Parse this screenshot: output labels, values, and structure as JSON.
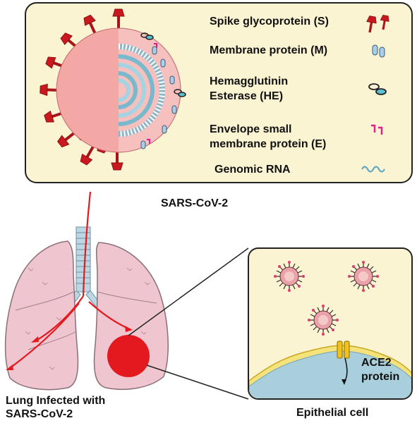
{
  "virus_panel": {
    "legend": [
      {
        "label": "Spike glycoprotein (S)",
        "icon": "spike-icon"
      },
      {
        "label": "Membrane protein (M)",
        "icon": "membrane-protein-icon"
      },
      {
        "label_line1": "Hemagglutinin",
        "label_line2": "Esterase (HE)",
        "icon": "hemagglutinin-esterase-icon"
      },
      {
        "label_line1": "Envelope small",
        "label_line2": "membrane protein (E)",
        "icon": "envelope-protein-icon"
      },
      {
        "label": "Genomic RNA",
        "icon": "rna-wave-icon"
      }
    ],
    "caption": "SARS-CoV-2"
  },
  "lung": {
    "caption_line1": "Lung Infected with",
    "caption_line2": "SARS-CoV-2"
  },
  "cell": {
    "receptor_line1": "ACE2",
    "receptor_line2": "protein",
    "caption": "Epithelial cell"
  },
  "colors": {
    "panel_fill": "#fbf4d2",
    "virus_pink": "#f4a8a6",
    "spike_red": "#c8191e",
    "lung_pink": "#efc5cf",
    "infection_red": "#e3191f",
    "cell_blue": "#a9cfdc",
    "ace2_yellow": "#f2c21b"
  }
}
